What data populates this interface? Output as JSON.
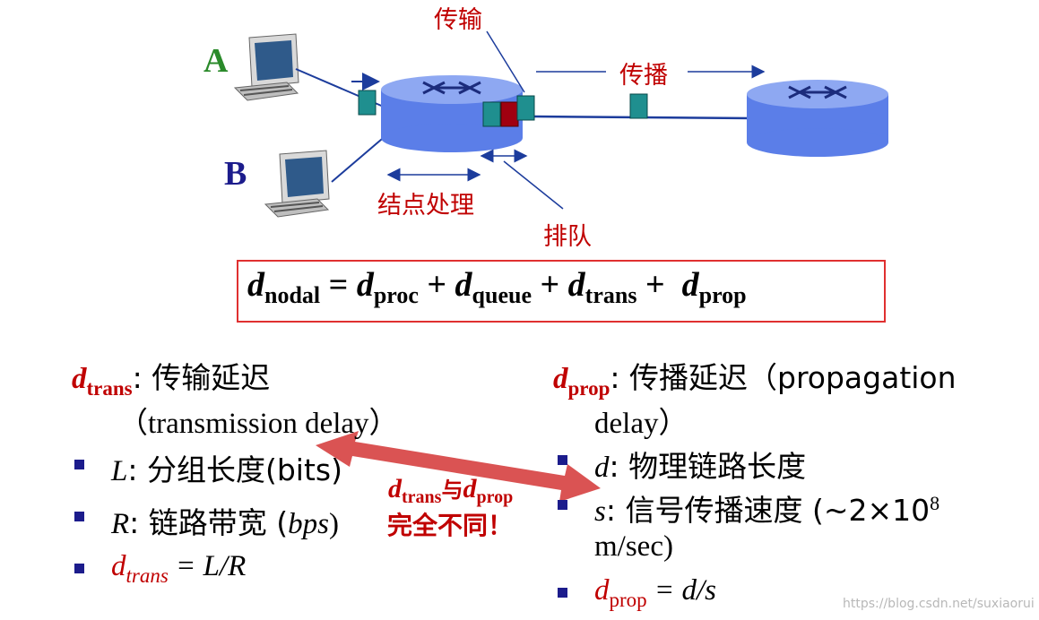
{
  "hosts": {
    "a_label": "A",
    "b_label": "B"
  },
  "labels": {
    "transmission": "传输",
    "propagation": "传播",
    "nodal_processing": "结点处理",
    "queueing": "排队"
  },
  "formula": {
    "d": "d",
    "nodal": "nodal",
    "proc": "proc",
    "queue": "queue",
    "trans": "trans",
    "prop": "prop",
    "eq": " = ",
    "plus": " + "
  },
  "left_column": {
    "heading_d": "d",
    "heading_sub": "trans",
    "heading_text": ": 传输延迟",
    "heading_cont": "（transmission delay）",
    "bullets": [
      {
        "var": "L",
        "text": ": 分组长度(bits)"
      },
      {
        "var": "R",
        "text": ": 链路带宽 (",
        "italic": "bps",
        "tail": ")"
      },
      {
        "var_d": "d",
        "var_sub": "trans",
        "text": " = L/R"
      }
    ]
  },
  "right_column": {
    "heading_d": "d",
    "heading_sub": "prop",
    "heading_text": ": 传播延迟（propagation",
    "heading_cont": "delay）",
    "bullets": [
      {
        "var": "d",
        "text": ": 物理链路长度"
      },
      {
        "var": "s",
        "text": ": 信号传播速度 (~2×10",
        "sup": "8",
        "cont": "m/sec)"
      },
      {
        "var_d": "d",
        "var_sub": "prop",
        "text": " = d/s"
      }
    ]
  },
  "callout": {
    "d1": "d",
    "sub1": "trans",
    "mid": "与",
    "d2": "d",
    "sub2": "prop",
    "line2": "完全不同！"
  },
  "watermark": "https://blog.csdn.net/suxiaorui",
  "colors": {
    "router_fill": "#5b7ee8",
    "router_top": "#8ea8f2",
    "packet": "#1f8f8f",
    "packet_dark": "#a00010",
    "accent_red": "#c00000",
    "link_blue": "#1c3c9c"
  }
}
